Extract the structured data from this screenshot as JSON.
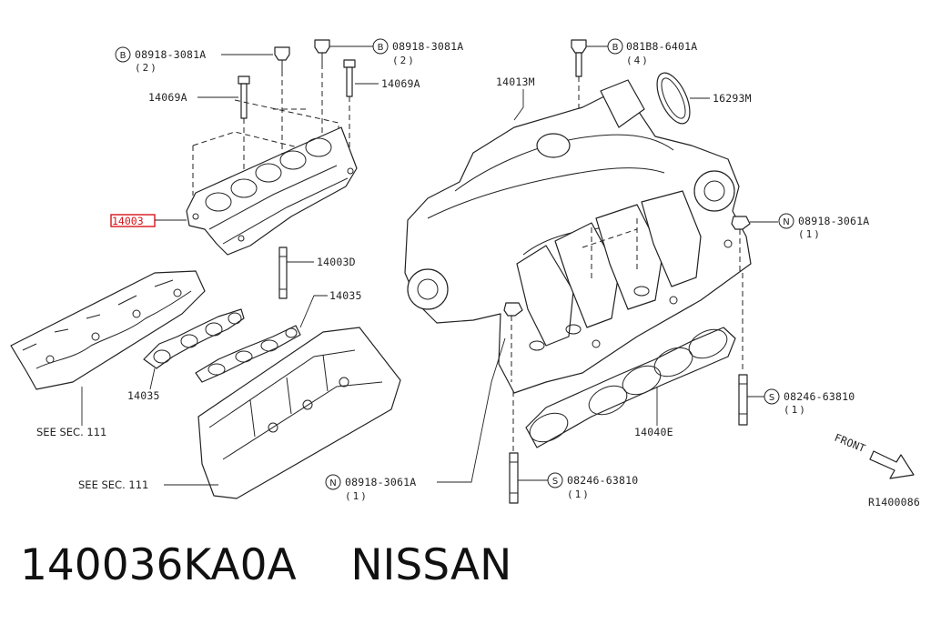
{
  "callouts": {
    "b_bolt_left": {
      "badge": "B",
      "code": "08918-3081A",
      "qty": "(2)"
    },
    "b_bolt_right": {
      "badge": "B",
      "code": "08918-3081A",
      "qty": "(2)"
    },
    "stud_bolt_left": {
      "code": "14069A"
    },
    "stud_bolt_right": {
      "code": "14069A"
    },
    "b_bolt_collector": {
      "badge": "B",
      "code": "081B8-6401A",
      "qty": "(4)"
    },
    "collector": {
      "code": "14013M"
    },
    "gasket_throttle": {
      "code": "16293M"
    },
    "n_nut_right": {
      "badge": "N",
      "code": "08918-3061A",
      "qty": "(1)"
    },
    "manifold_highlight": {
      "code": "14003"
    },
    "stud_14003d": {
      "code": "14003D"
    },
    "gasket_14035_top": {
      "code": "14035"
    },
    "gasket_14035_bottom": {
      "code": "14035"
    },
    "see_sec_upper": {
      "text": "SEE SEC. 111"
    },
    "see_sec_lower": {
      "text": "SEE SEC. 111"
    },
    "s_stud_right": {
      "badge": "S",
      "code": "08246-63810",
      "qty": "(1)"
    },
    "gasket_14040e": {
      "code": "14040E"
    },
    "n_nut_lower": {
      "badge": "N",
      "code": "08918-3061A",
      "qty": "(1)"
    },
    "s_stud_lower": {
      "badge": "S",
      "code": "08246-63810",
      "qty": "(1)"
    },
    "front": {
      "text": "FRONT"
    },
    "ref": {
      "text": "R1400086"
    }
  },
  "caption": {
    "part_number": "140036KA0A",
    "brand": "NISSAN"
  },
  "colors": {
    "highlight": "#d8141a",
    "line": "#222222"
  }
}
